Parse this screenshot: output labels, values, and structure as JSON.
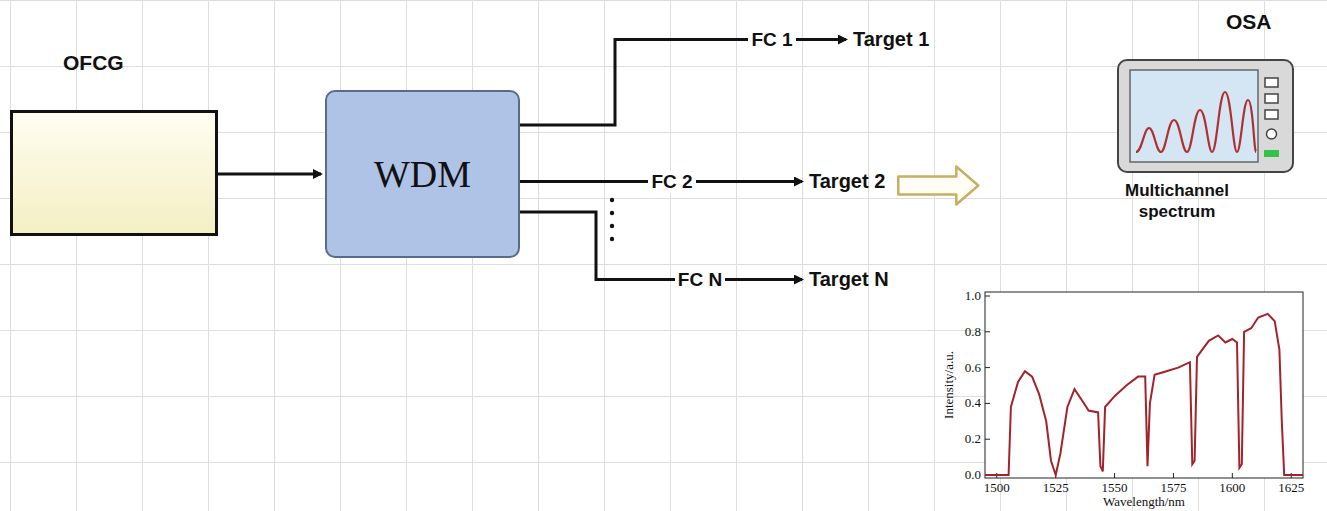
{
  "diagram": {
    "nodes": [
      {
        "text": [
          "OFCG"
        ]
      },
      {
        "text": [
          "WDM"
        ]
      },
      {
        "text": [
          "Target 1"
        ]
      },
      {
        "text": [
          "Target 2"
        ]
      },
      {
        "text": [
          "Target N"
        ]
      },
      {
        "text": [
          "OSA"
        ]
      }
    ],
    "edges": [
      {
        "from": 0,
        "to": 1,
        "arrow": "to"
      },
      {
        "from": 1,
        "to": 2,
        "label": "FC 1",
        "arrow": "to"
      },
      {
        "from": 1,
        "to": 3,
        "label": "FC 2",
        "arrow": "to"
      },
      {
        "from": 1,
        "to": 4,
        "label": "FC N",
        "arrow": "to"
      },
      {
        "from": 3,
        "to": 5,
        "arrow": "to"
      }
    ],
    "labels": [
      "Multichannel spectrum",
      "1.0",
      "0.8",
      "0.6",
      "0.4",
      "0.2",
      "0.0",
      "1500",
      "1525",
      "1550",
      "1575",
      "1600",
      "1625",
      "Intensity/a.u.",
      "Wavelength/nm"
    ]
  }
}
